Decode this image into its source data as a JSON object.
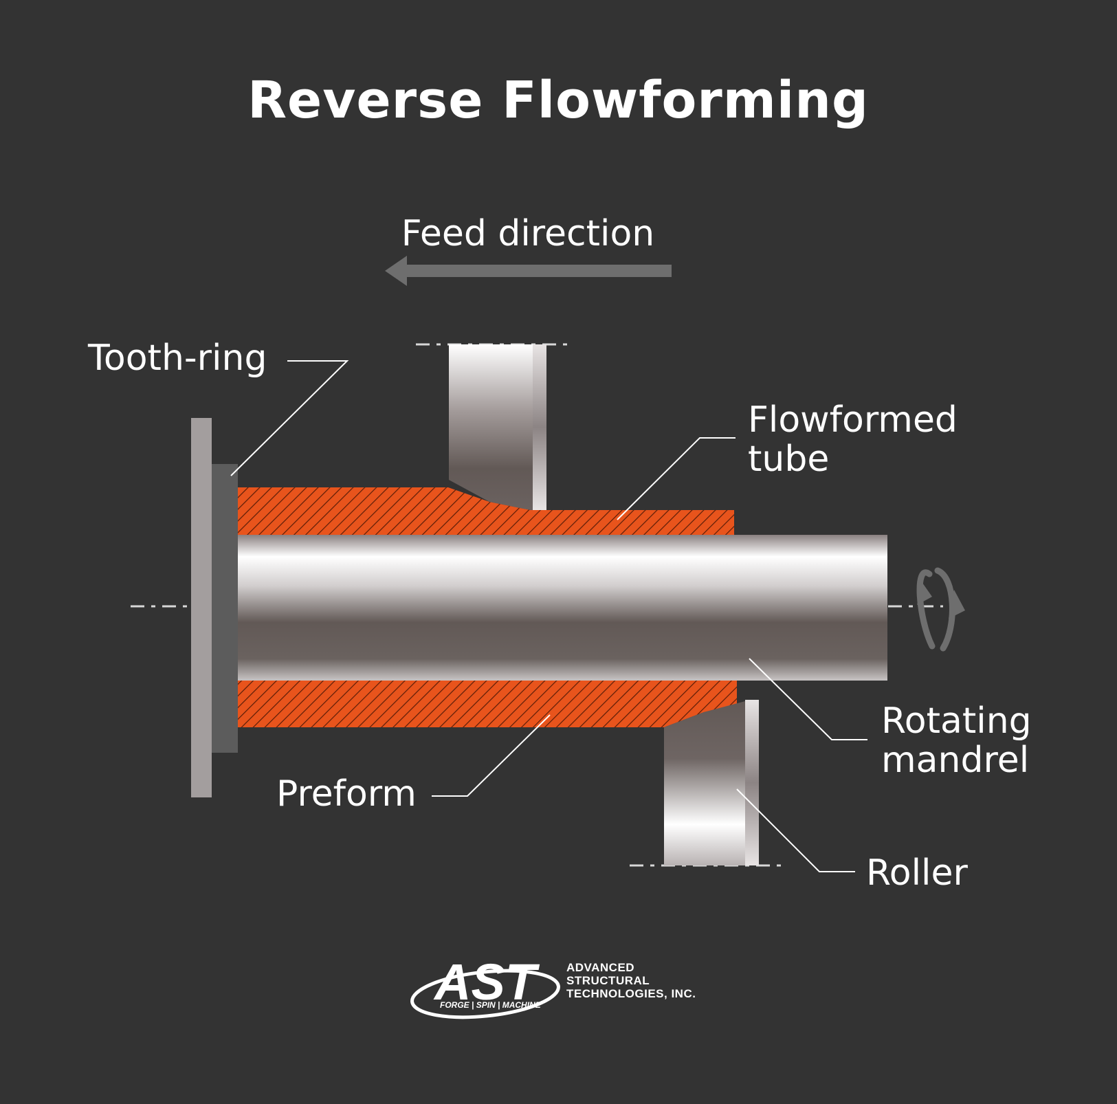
{
  "title": "Reverse Flowforming",
  "feed_direction": "Feed direction",
  "labels": {
    "tooth_ring": "Tooth-ring",
    "flowformed_tube_line1": "Flowformed",
    "flowformed_tube_line2": "tube",
    "rotating_mandrel_line1": "Rotating",
    "rotating_mandrel_line2": "mandrel",
    "preform": "Preform",
    "roller": "Roller"
  },
  "logo": {
    "mark": "AST",
    "tagline": "FORGE | SPIN | MACHINE",
    "company_line1": "ADVANCED",
    "company_line2": "STRUCTURAL",
    "company_line3": "TECHNOLOGIES, INC."
  },
  "colors": {
    "background": "#333333",
    "material": "#e8541c",
    "arrow": "#6e6e6e",
    "tooth_ring_outer": "#a39e9e",
    "tooth_ring_inner": "#5c5c5c"
  }
}
